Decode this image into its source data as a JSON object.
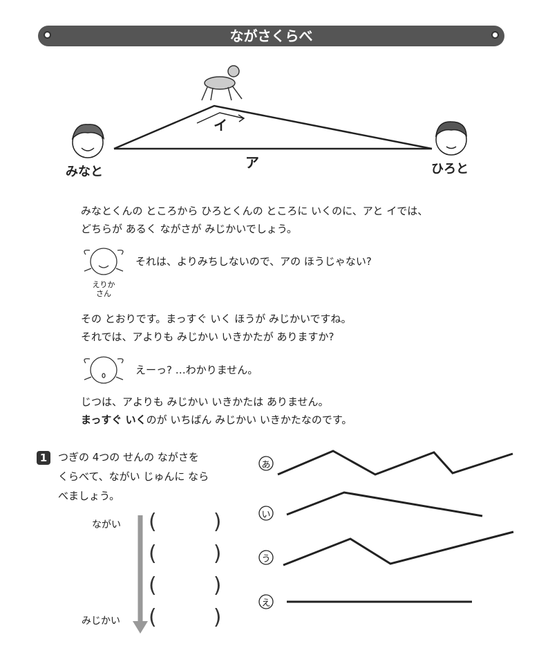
{
  "title": "ながさくらべ",
  "diagram": {
    "left_name": "みなと",
    "right_name": "ひろと",
    "label_a": "ア",
    "label_i": "イ"
  },
  "text": {
    "p1_l1": "みなとくんの ところから ひろとくんの ところに いくのに、アと イでは、",
    "p1_l2": "どちらが あるく ながさが みじかいでしょう。",
    "erika_1": "それは、よりみちしないので、アの ほうじゃない?",
    "erika_name_1": "えりか",
    "erika_name_2": "さん",
    "p2_l1": "その とおりです。まっすぐ いく ほうが みじかいですね。",
    "p2_l2": "それでは、アよりも みじかい いきかたが ありますか?",
    "erika_2": "えーっ? …わかりません。",
    "p3_l1": "じつは、アよりも みじかい いきかたは ありません。",
    "p3_bold": "まっすぐ いく",
    "p3_rest": "のが いちばん みじかい いきかたなのです。"
  },
  "question": {
    "number": "1",
    "l1": "つぎの 4つの せんの ながさを",
    "l2": "くらべて、ながい じゅんに なら",
    "l3": "べましょう。",
    "long": "ながい",
    "short": "みじかい",
    "paren_open": "(",
    "paren_close": ")"
  },
  "lines": [
    {
      "label": "あ"
    },
    {
      "label": "い"
    },
    {
      "label": "う"
    },
    {
      "label": "え"
    }
  ]
}
